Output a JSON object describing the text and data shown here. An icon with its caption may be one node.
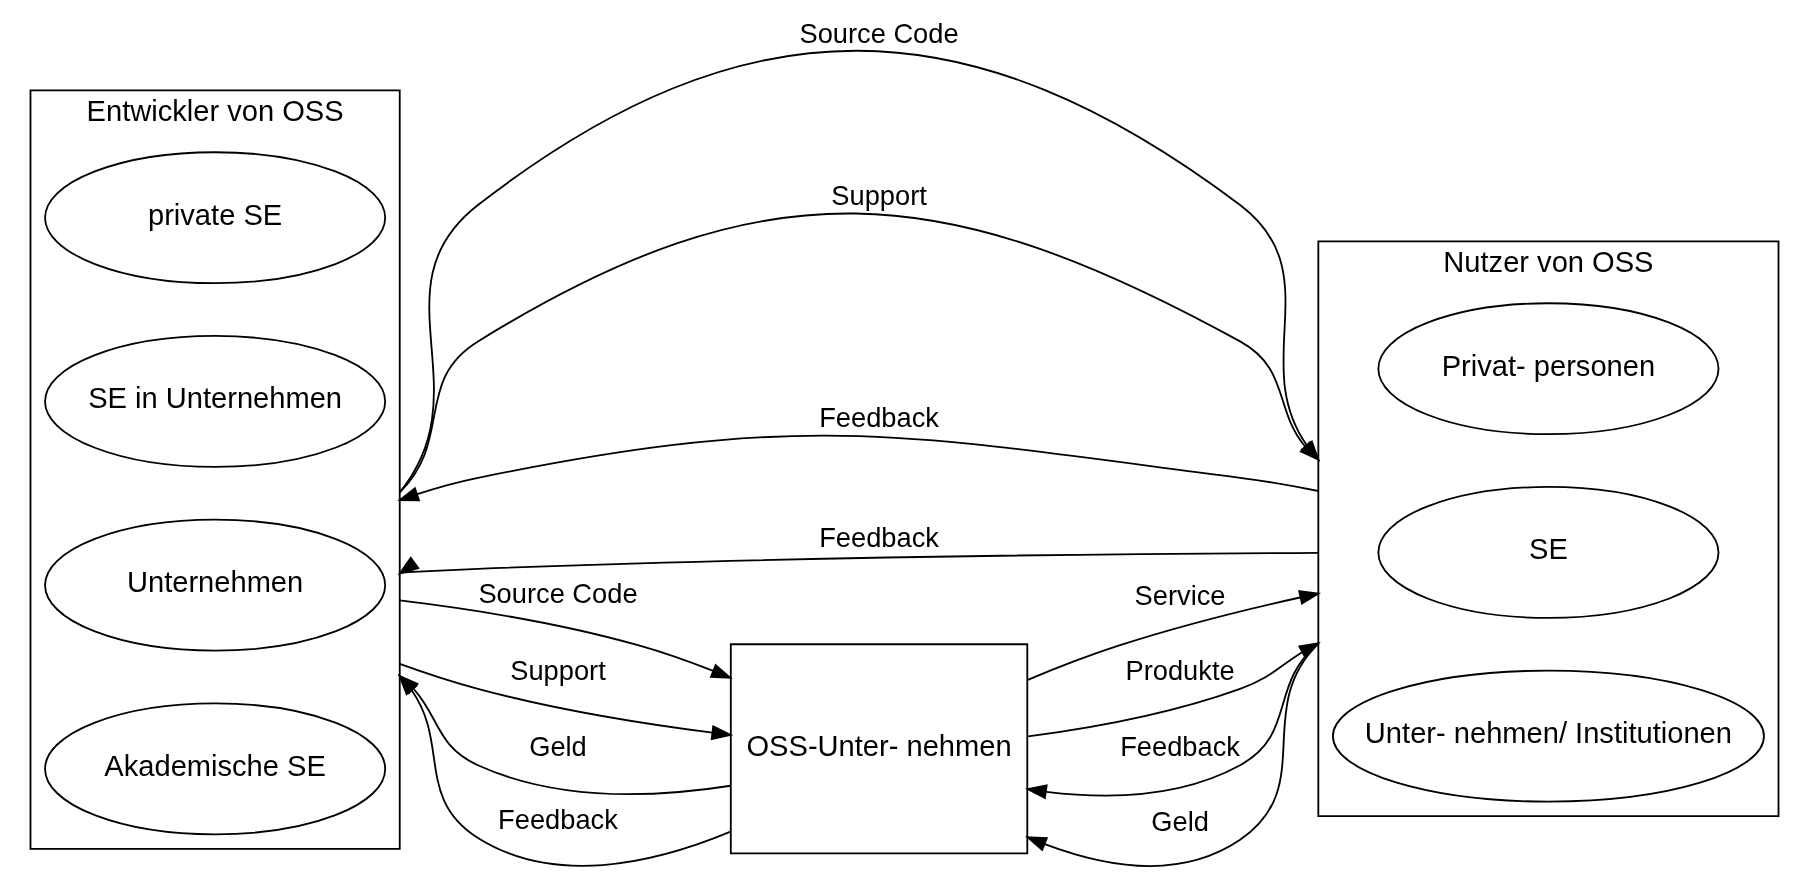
{
  "diagram": {
    "nodes": [
      {
        "text": [
          "Entwickler von OSS"
        ]
      },
      {
        "text": [
          "private SE"
        ],
        "in": 0
      },
      {
        "text": [
          "SE in Unternehmen"
        ],
        "in": 0
      },
      {
        "text": [
          "Unternehmen"
        ],
        "in": 0
      },
      {
        "text": [
          "Akademische SE"
        ],
        "in": 0
      },
      {
        "text": [
          "Nutzer von OSS"
        ]
      },
      {
        "text": [
          "Privat- personen"
        ],
        "in": 5
      },
      {
        "text": [
          "SE"
        ],
        "in": 5
      },
      {
        "text": [
          "Unter- nehmen/ Institutionen"
        ],
        "in": 5
      },
      {
        "text": [
          "OSS-Unter- nehmen"
        ]
      }
    ],
    "edges": [
      {
        "from": 0,
        "to": 5,
        "arrow": "to",
        "label": "Source Code"
      },
      {
        "from": 0,
        "to": 5,
        "arrow": "to",
        "label": "Support"
      },
      {
        "from": 5,
        "to": 0,
        "arrow": "to",
        "label": "Feedback"
      },
      {
        "from": 0,
        "to": 9,
        "arrow": "to",
        "label": "Source Code"
      },
      {
        "from": 0,
        "to": 9,
        "arrow": "to",
        "label": "Support"
      },
      {
        "from": 9,
        "to": 0,
        "arrow": "to",
        "label": "Geld"
      },
      {
        "from": 9,
        "to": 0,
        "arrow": "to",
        "label": "Feedback"
      },
      {
        "from": 9,
        "to": 5,
        "arrow": "to",
        "label": "Service"
      },
      {
        "from": 9,
        "to": 5,
        "arrow": "to",
        "label": "Produkte"
      },
      {
        "from": 5,
        "to": 9,
        "arrow": "to",
        "label": "Feedback"
      },
      {
        "from": 5,
        "to": 9,
        "arrow": "to",
        "label": "Geld"
      },
      {
        "from": 5,
        "to": 0,
        "arrow": "to",
        "label": "Feedback"
      }
    ]
  }
}
